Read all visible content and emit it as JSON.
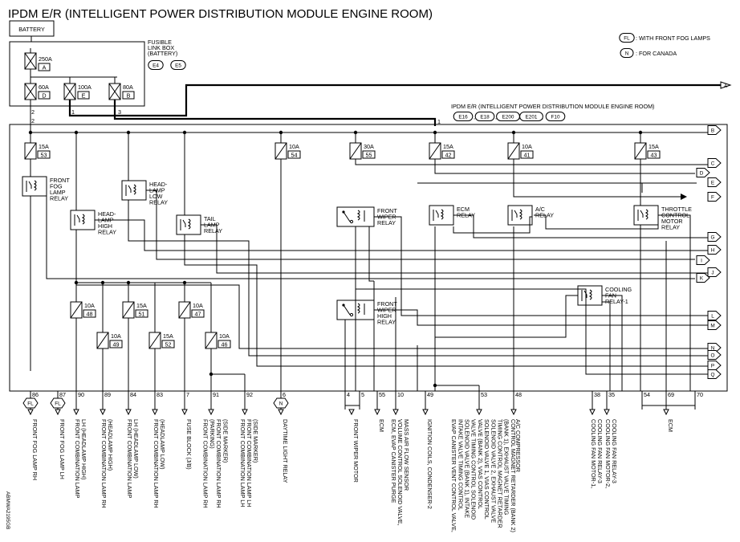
{
  "title": "IPDM E/R (INTELLIGENT POWER DISTRIBUTION MODULE ENGINE ROOM)",
  "battery": "BATTERY",
  "fusible_link_box": {
    "label_lines": [
      "FUSIBLE",
      "LINK BOX",
      "(BATTERY)"
    ],
    "connectors": [
      "E4",
      "E5"
    ],
    "fuses": [
      {
        "rating": "250A",
        "id": "A"
      },
      {
        "rating": "60A",
        "id": "D"
      },
      {
        "rating": "100A",
        "id": "E"
      },
      {
        "rating": "80A",
        "id": "B"
      }
    ],
    "terminals": [
      "2",
      "1",
      "3"
    ],
    "lower_terminal": "2",
    "bus_terminal": "1"
  },
  "legend": [
    {
      "symbol": "FL",
      "text": ": WITH FRONT FOG LAMPS"
    },
    {
      "symbol": "N",
      "text": ": FOR CANADA"
    }
  ],
  "ipdm": {
    "label": "IPDM E/R (INTELLIGENT POWER DISTRIBUTION MODULE ENGINE ROOM)",
    "connectors": [
      "E16",
      "E18",
      "E200",
      "E201",
      "F10"
    ]
  },
  "fuses_top": [
    {
      "rating": "15A",
      "no": "53"
    },
    {
      "rating": "10A",
      "no": "54"
    },
    {
      "rating": "30A",
      "no": "55"
    },
    {
      "rating": "15A",
      "no": "42"
    },
    {
      "rating": "10A",
      "no": "41"
    },
    {
      "rating": "15A",
      "no": "43"
    }
  ],
  "fuses_lower": [
    {
      "rating": "10A",
      "no": "48"
    },
    {
      "rating": "10A",
      "no": "49"
    },
    {
      "rating": "15A",
      "no": "51"
    },
    {
      "rating": "15A",
      "no": "52"
    },
    {
      "rating": "10A",
      "no": "47"
    },
    {
      "rating": "10A",
      "no": "46"
    }
  ],
  "relays": {
    "front_fog": [
      "FRONT",
      "FOG",
      "LAMP",
      "RELAY"
    ],
    "headlamp_high": [
      "HEAD-",
      "LAMP",
      "HIGH",
      "RELAY"
    ],
    "headlamp_low": [
      "HEAD-",
      "LAMP",
      "LOW",
      "RELAY"
    ],
    "tail": [
      "TAIL",
      "LAMP",
      "RELAY"
    ],
    "front_wiper": [
      "FRONT",
      "WIPER",
      "RELAY"
    ],
    "ecm": [
      "ECM",
      "RELAY"
    ],
    "ac": [
      "A/C",
      "RELAY"
    ],
    "throttle": [
      "THROTTLE",
      "CONTROL",
      "MOTOR",
      "RELAY"
    ],
    "front_wiper_high": [
      "FRONT",
      "WIPER",
      "HIGH",
      "RELAY"
    ],
    "cooling_fan": [
      "COOLING",
      "FAN",
      "RELAY-1"
    ]
  },
  "side_connectors": [
    "A",
    "B",
    "C",
    "D",
    "E",
    "F",
    "G",
    "H",
    "I",
    "J",
    "K",
    "L",
    "M",
    "N",
    "O",
    "P",
    "Q"
  ],
  "bottom_terminals": [
    "86",
    "87",
    "90",
    "89",
    "84",
    "83",
    "7",
    "91",
    "92",
    "6",
    "4",
    "5",
    "55",
    "10",
    "49",
    "53",
    "48",
    "38",
    "35",
    "54",
    "69",
    "70"
  ],
  "bottom_symbols": [
    "FL",
    "FL",
    "N"
  ],
  "loads": [
    [
      "FRONT FOG LAMP RH"
    ],
    [
      "FRONT FOG LAMP LH"
    ],
    [
      "FRONT COMBINATION LAMP",
      "LH (HEADLAMP HIGH)"
    ],
    [
      "FRONT COMBINATION LAMP RH",
      "(HEADLAMP HIGH)"
    ],
    [
      "FRONT COMBINATION LAMP",
      "LH (HEADLAMP LOW)"
    ],
    [
      "FRONT COMBINATION LAMP RH",
      "(HEADLAMP LOW)"
    ],
    [
      "FUSE BLOCK (J/B)"
    ],
    [
      "FRONT COMBINATION LAMP RH",
      "(PARKING)",
      "FRONT COMBINATION LAMP RH",
      "(SIDE MARKER)"
    ],
    [
      "FRONT COMBINATION LAMP LH",
      "FRONT COMBINATION LAMP LH",
      "(SIDE MARKER)"
    ],
    [
      "DAYTIME LIGHT RELAY"
    ],
    [
      "FRONT WIPER MOTOR"
    ],
    [
      "ECM"
    ],
    [
      "ECM, EVAP CANISTER PURGE",
      "VOLUME CONTROL SOLENOID VALVE,",
      "MASS AIR FLOW SENSOR"
    ],
    [
      "IGNITION COILS, CONDENSER-2"
    ],
    [
      "EVAP CANISTER VENT CONTROL VALVE,",
      "INTAKE VALVE TIMING CONTROL",
      "SOLENOID VALVE (BANK 1), INTAKE",
      "VALVE TIMING CONTROL SOLENOID",
      "VALVE (BANK 2), VIAS CONTROL",
      "SOLENOID VALVE 1, VIAS CONTROL",
      "SOLENOID VALVE 2, EXHAUST VALVE",
      "TIMING CONTROL MAGNET RETARDER",
      "(BANK 1), EXHAUST VALVE TIMING",
      "CONTROL MAGNET RETARDER (BANK 2)"
    ],
    [
      "A/C COMPRESSOR"
    ],
    [
      "COOLING FAN MOTOR-1,",
      "COOLING FAN RELAY-3"
    ],
    [
      "COOLING FAN MOTOR-2,",
      "COOLING FAN RELAY-3"
    ],
    [
      "ECM"
    ]
  ],
  "diagram_code": "ABMWA2195GB"
}
